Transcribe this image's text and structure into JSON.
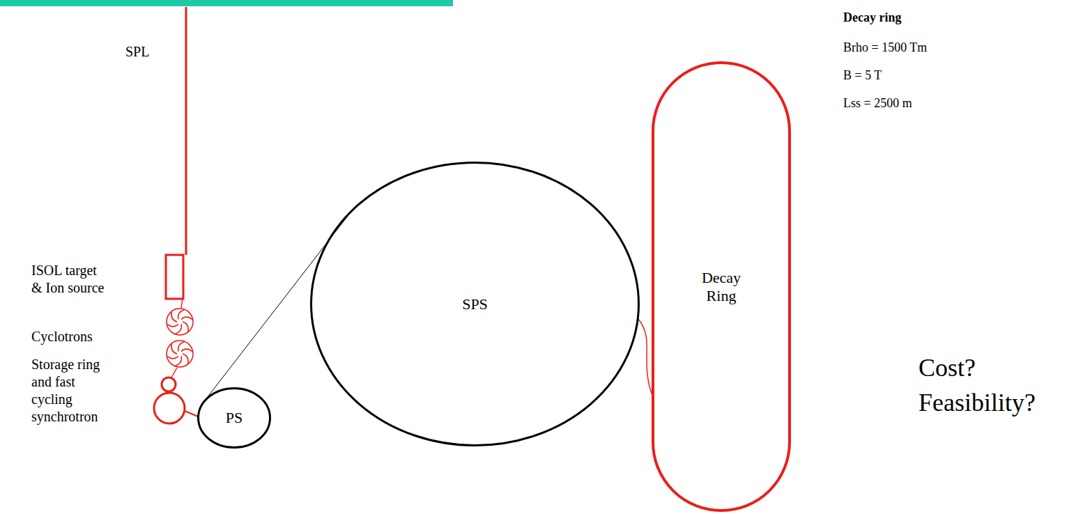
{
  "diagram": {
    "nodes": [
      {
        "text": [
          "SPS"
        ]
      },
      {
        "text": [
          "Decay Ring"
        ]
      },
      {
        "text": [
          "PS"
        ]
      }
    ],
    "edges": [
      {
        "from": 2,
        "to": 0,
        "arrow": "none"
      },
      {
        "from": 0,
        "to": 1,
        "arrow": "none"
      }
    ],
    "labels": [
      "SPL",
      "ISOL target & Ion source",
      "Cyclotrons",
      "Storage ring and fast cycling synchrotron",
      "Decay ring",
      "Brho = 1500 Tm",
      "B = 5 T",
      "Lss = 2500 m",
      "Cost?",
      "Feasibility?"
    ]
  }
}
